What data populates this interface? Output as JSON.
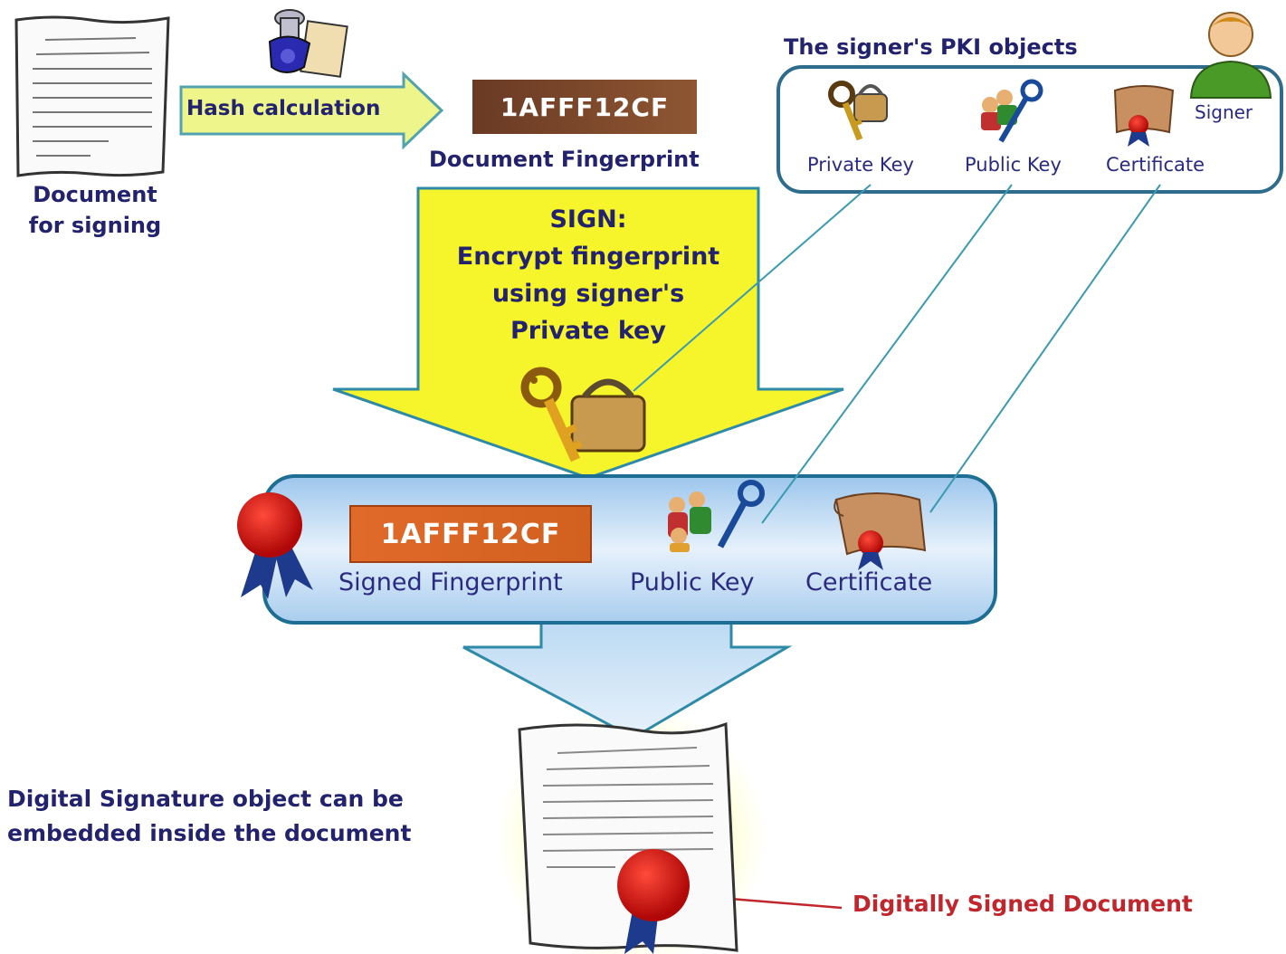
{
  "document_label": [
    "Document",
    "for signing"
  ],
  "hash_label": "Hash calculation",
  "fingerprint_value": "1AFFF12CF",
  "fingerprint_caption": "Document Fingerprint",
  "pki_title": "The signer's PKI objects",
  "signer_label": "Signer",
  "pki_items": [
    "Private Key",
    "Public Key",
    "Certificate"
  ],
  "sign_text": [
    "SIGN:",
    "Encrypt fingerprint",
    "using signer's",
    "Private key"
  ],
  "signed_fingerprint_value": "1AFFF12CF",
  "signed_items": [
    "Signed Fingerprint",
    "Public Key",
    "Certificate"
  ],
  "embed_text": [
    "Digital Signature object can be",
    "embedded inside the document"
  ],
  "signed_doc_label": "Digitally Signed Document",
  "colors": {
    "navy_text": "#22226e",
    "sign_yellow": "#f6f42a",
    "hash_arrow": "#eef58a",
    "fingerprint_brown": "#7a4a2c",
    "signed_orange": "#e06a2a",
    "panel_blue": "#bcd9f2",
    "seal_red": "#d01818",
    "ribbon_blue": "#1e3a8c",
    "red_label": "#c0262c"
  }
}
